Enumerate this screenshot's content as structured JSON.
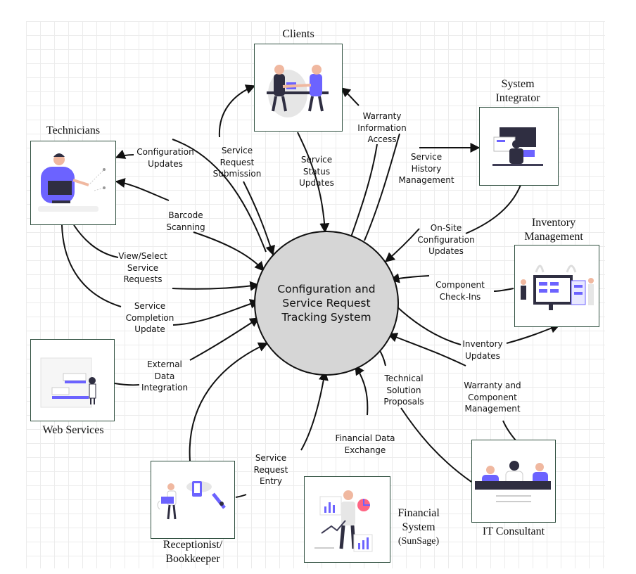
{
  "center": {
    "label_lines": [
      "Configuration and",
      "Service Request",
      "Tracking System"
    ]
  },
  "actors": {
    "clients": {
      "title": "Clients"
    },
    "system_integrator": {
      "title_lines": [
        "System",
        "Integrator"
      ]
    },
    "technicians": {
      "title": "Technicians"
    },
    "inventory_management": {
      "title_lines": [
        "Inventory",
        "Management"
      ]
    },
    "web_services": {
      "title": "Web Services"
    },
    "it_consultant": {
      "title": "IT Consultant"
    },
    "financial_system": {
      "title_lines": [
        "Financial",
        "System"
      ],
      "subtitle": "(SunSage)"
    },
    "receptionist": {
      "title_lines": [
        "Receptionist/",
        "Bookkeeper"
      ]
    }
  },
  "flows": {
    "warranty_information_access": [
      "Warranty",
      "Information",
      "Access"
    ],
    "service_request_submission": [
      "Service",
      "Request",
      "Submission"
    ],
    "service_status_updates": [
      "Service",
      "Status",
      "Updates"
    ],
    "configuration_updates": [
      "Configuration",
      "Updates"
    ],
    "service_history_management": [
      "Service",
      "History",
      "Management"
    ],
    "barcode_scanning": [
      "Barcode",
      "Scanning"
    ],
    "onsite_configuration_updates": [
      "On-Site",
      "Configuration",
      "Updates"
    ],
    "view_select_service_requests": [
      "View/Select",
      "Service",
      "Requests"
    ],
    "component_checkins": [
      "Component",
      "Check-Ins"
    ],
    "service_completion_update": [
      "Service",
      "Completion",
      "Update"
    ],
    "inventory_updates": [
      "Inventory",
      "Updates"
    ],
    "external_data_integration": [
      "External",
      "Data",
      "Integration"
    ],
    "technical_solution_proposals": [
      "Technical",
      "Solution",
      "Proposals"
    ],
    "warranty_component_management": [
      "Warranty and",
      "Component",
      "Management"
    ],
    "financial_data_exchange": [
      "Financial Data",
      "Exchange"
    ],
    "service_request_entry": [
      "Service",
      "Request",
      "Entry"
    ]
  },
  "illustration": {
    "accent_color": "#6c63ff",
    "dark_color": "#2f2e41",
    "skin_color": "#f0b8a0"
  }
}
